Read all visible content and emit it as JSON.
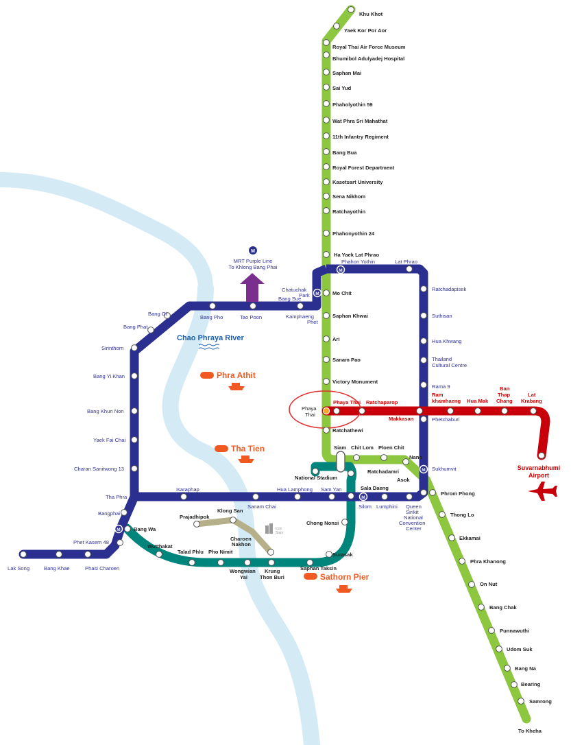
{
  "colors": {
    "sukhumvit_line": "#8dc63f",
    "blue_line": "#2b2f8f",
    "silom_line": "#00857c",
    "airport_link": "#c8000a",
    "gold_line": "#b5b08a",
    "purple_line": "#7a2e8e",
    "river": "#d4ebf6",
    "pier": "#f05a22",
    "highlight": "#e03030"
  },
  "icons": {
    "mrt": "M",
    "boat": "boat-icon",
    "airplane": "airplane-icon",
    "arrow": "purple-up-arrow-icon",
    "river_waves": "river-waves-icon",
    "building": "iconsiam-building-icon"
  },
  "labels": {
    "river": "Chao Phraya River",
    "purple_line_note_1": "MRT Purple Line",
    "purple_line_note_2": "To Khlong Bang Phai",
    "airport_1": "Suvarnabhumi",
    "airport_2": "Airport",
    "to_kheha": "To Kheha",
    "iconsiam_1": "Icon",
    "iconsiam_2": "Siam"
  },
  "piers": [
    "Phra Athit",
    "Tha Tien",
    "Sathorn Pier"
  ],
  "sukhumvit_line_north": [
    "Khu Khot",
    "Yaek Kor Por Aor",
    "Royal Thai Air Force Museum",
    "Bhumibol Adulyadej Hospital",
    "Saphan Mai",
    "Sai Yud",
    "Phaholyothin 59",
    "Wat Phra Sri Mahathat",
    "11th Infantry Regiment",
    "Bang Bua",
    "Royal Forest Department",
    "Kasetsart University",
    "Sena Nikhom",
    "Ratchayothin",
    "Phahonyothin 24",
    "Ha Yaek Lat Phrao",
    "Mo Chit",
    "Saphan Khwai",
    "Ari",
    "Sanam Pao",
    "Victory Monument",
    "Ratchathewi",
    "Siam",
    "Chit Lom",
    "Ploen Chit",
    "Nana"
  ],
  "sukhumvit_line_south": [
    "Phrom Phong",
    "Thong Lo",
    "Ekkamai",
    "Phra Khanong",
    "On Nut",
    "Bang Chak",
    "Punnawuthi",
    "Udom Suk",
    "Bang Na",
    "Bearing",
    "Samrong"
  ],
  "blue_line_east": [
    "Phahon Yothin",
    "Lat Phrao",
    "Ratchadapisek",
    "Suthisan",
    "Hua Khwang",
    "Thailand",
    "Cultural Centre",
    "Rama 9",
    "Phetchaburi",
    "Sukhumvit",
    "Queen",
    "Sirikit",
    "National",
    "Convention",
    "Center"
  ],
  "blue_line_south": [
    "Silom",
    "Lumphini",
    "Sam Yan",
    "Hua Lamphong",
    "Sanam Chai",
    "Isaraphap",
    "Tha Phra"
  ],
  "blue_line_west": [
    "Chatuchak",
    "Park",
    "Kamphaeng",
    "Phet",
    "Bang Sue",
    "Tao Poon",
    "Bang Pho",
    "Bang Or",
    "Bang Phat",
    "Sirinthorn",
    "Bang Yi Khan",
    "Bang Khun Non",
    "Yaek Fai Chai",
    "Charan Sanitwong 13"
  ],
  "blue_line_extension": [
    "Bangphai",
    "Phet Kasem 48",
    "Lak Song",
    "Bang Khae",
    "Phasi  Charoen"
  ],
  "silom_line": [
    "National Stadium",
    "Ratchadamri",
    "Sala Daeng",
    "Chong Nonsi",
    "Surasak",
    "Saphan Taksin",
    "Krung",
    "Thon Buri",
    "Wongwian",
    "Yai",
    "Pho Nimit",
    "Talad Phlu",
    "Wutthakat",
    "Bang Wa"
  ],
  "gold_line": [
    "Prajadhipok",
    "Klong San",
    "Charoen",
    "Nakhon"
  ],
  "airport_link": [
    "Phaya Thai",
    "Ratchaparop",
    "Makkasan",
    "Ram",
    "khamhaeng",
    "Hua Mak",
    "Ban",
    "Thap",
    "Chang",
    "Lat",
    "Krabang"
  ],
  "interchange_labels": [
    "Phaya",
    "Thai",
    "Asok"
  ]
}
